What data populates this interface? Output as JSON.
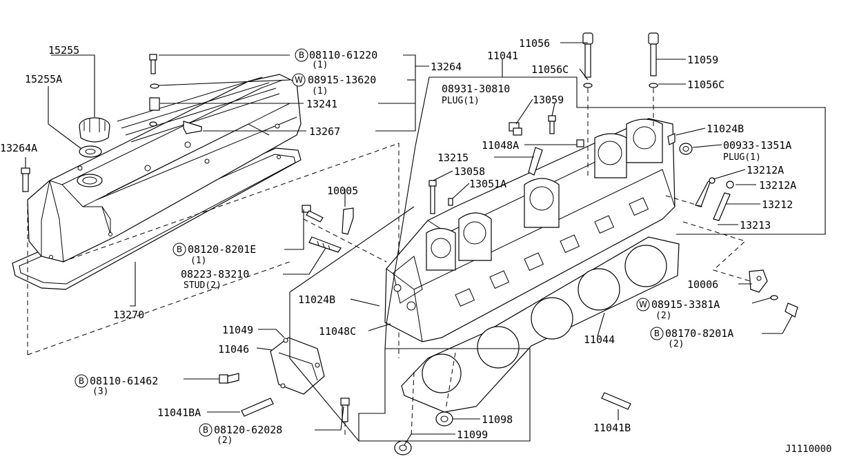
{
  "diagram_code": "J1110000",
  "callouts": [
    {
      "id": "c_15255",
      "text": "15255"
    },
    {
      "id": "c_15255A",
      "text": "15255A"
    },
    {
      "id": "c_13264A",
      "text": "13264A"
    },
    {
      "id": "c_08110_61220",
      "prefix": "B",
      "text": "08110-61220",
      "qty": "(1)"
    },
    {
      "id": "c_08915_13620",
      "prefix": "W",
      "text": "08915-13620",
      "qty": "(1)"
    },
    {
      "id": "c_13264",
      "text": "13264"
    },
    {
      "id": "c_13241",
      "text": "13241"
    },
    {
      "id": "c_13267",
      "text": "13267"
    },
    {
      "id": "c_13270",
      "text": "13270"
    },
    {
      "id": "c_10005",
      "text": "10005"
    },
    {
      "id": "c_08120_8201E",
      "prefix": "B",
      "text": "08120-8201E",
      "qty": "(1)"
    },
    {
      "id": "c_08223_83210",
      "text": "08223-83210",
      "qty": "STUD(2)"
    },
    {
      "id": "c_11049",
      "text": "11049"
    },
    {
      "id": "c_11046",
      "text": "11046"
    },
    {
      "id": "c_08110_61462",
      "prefix": "B",
      "text": "08110-61462",
      "qty": "(3)"
    },
    {
      "id": "c_11041BA",
      "text": "11041BA"
    },
    {
      "id": "c_08120_62028",
      "prefix": "B",
      "text": "08120-62028",
      "qty": "(2)"
    },
    {
      "id": "c_11041",
      "text": "11041"
    },
    {
      "id": "c_08931_30810",
      "text": "08931-30810",
      "qty": "PLUG(1)"
    },
    {
      "id": "c_13059",
      "text": "13059"
    },
    {
      "id": "c_11056",
      "text": "11056"
    },
    {
      "id": "c_11056C_a",
      "text": "11056C"
    },
    {
      "id": "c_11059",
      "text": "11059"
    },
    {
      "id": "c_11056C_b",
      "text": "11056C"
    },
    {
      "id": "c_11024B_top",
      "text": "11024B"
    },
    {
      "id": "c_00933_1351A",
      "text": "00933-1351A",
      "qty": "PLUG(1)"
    },
    {
      "id": "c_13212A_a",
      "text": "13212A"
    },
    {
      "id": "c_13212A_b",
      "text": "13212A"
    },
    {
      "id": "c_13212",
      "text": "13212"
    },
    {
      "id": "c_13213",
      "text": "13213"
    },
    {
      "id": "c_11048A",
      "text": "11048A"
    },
    {
      "id": "c_13215",
      "text": "13215"
    },
    {
      "id": "c_13058",
      "text": "13058"
    },
    {
      "id": "c_13051A",
      "text": "13051A"
    },
    {
      "id": "c_11024B_left",
      "text": "11024B"
    },
    {
      "id": "c_11048C",
      "text": "11048C"
    },
    {
      "id": "c_10006",
      "text": "10006"
    },
    {
      "id": "c_08915_3381A",
      "prefix": "W",
      "text": "08915-3381A",
      "qty": "(2)"
    },
    {
      "id": "c_08170_8201A",
      "prefix": "B",
      "text": "08170-8201A",
      "qty": "(2)"
    },
    {
      "id": "c_11044",
      "text": "11044"
    },
    {
      "id": "c_11098",
      "text": "11098"
    },
    {
      "id": "c_11099",
      "text": "11099"
    },
    {
      "id": "c_11041B",
      "text": "11041B"
    }
  ]
}
